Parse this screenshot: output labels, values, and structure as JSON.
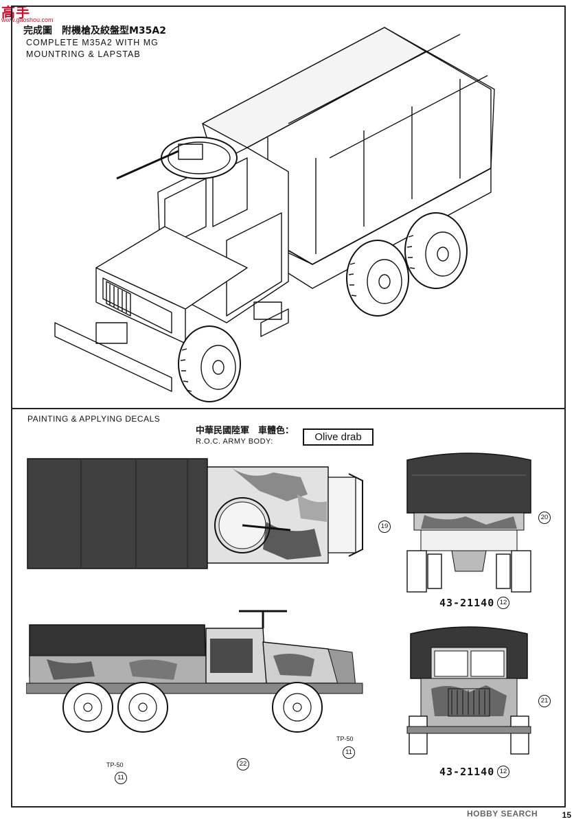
{
  "watermark": {
    "brand": "高手",
    "site": "www.gaoshou.com"
  },
  "top_section": {
    "title_cn": "完成圖　附機槍及絞盤型M35A2",
    "title_en": "COMPLETE M35A2 WITH MG\nMOUNTRING & LAPSTAB"
  },
  "bottom_section": {
    "title": "PAINTING & APPLYING DECALS",
    "army_cn": "中華民國陸軍　車體色：",
    "army_en": "R.O.C. ARMY  BODY:",
    "body_color": "Olive drab",
    "plate_rear": "43-21140",
    "plate_front": "43-21140",
    "tp_label_1": "TP-50",
    "tp_label_2": "TP-50"
  },
  "decal_numbers": [
    "19",
    "20",
    "12",
    "21",
    "12",
    "11",
    "22",
    "11"
  ],
  "footer": {
    "logo": "HOBBY SEARCH",
    "page": "15"
  },
  "colors": {
    "paper": "#ffffff",
    "ink": "#111111",
    "camo_dark": "#4a4a4a",
    "camo_mid": "#9a9a9a",
    "camo_light": "#d8d8d8",
    "canvas_dark": "#3a3a3a"
  }
}
